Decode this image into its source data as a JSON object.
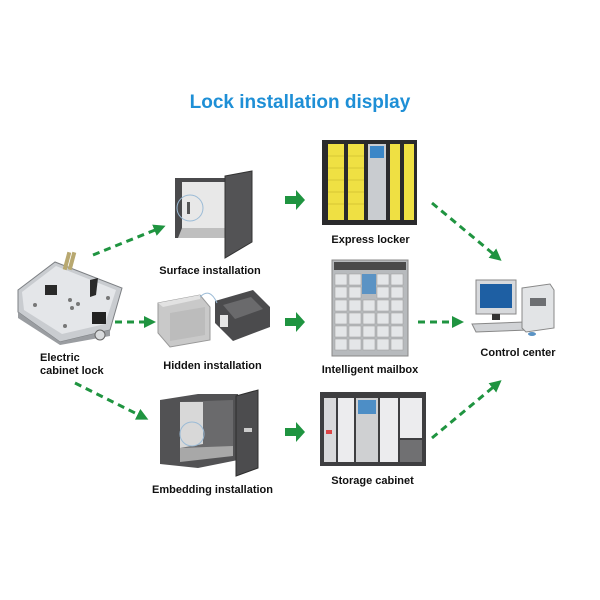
{
  "title": "Lock installation display",
  "colors": {
    "title": "#1e8fd6",
    "arrow": "#1f9440",
    "label": "#111111"
  },
  "nodes": {
    "lock": {
      "label_line1": "Electric",
      "label_line2": "cabinet lock",
      "icon": "electric-lock-icon"
    },
    "surface": {
      "label": "Surface installation",
      "icon": "cabinet-open-door-icon"
    },
    "hidden": {
      "label": "Hidden installation",
      "icon": "drawer-icon"
    },
    "embedding": {
      "label": "Embedding installation",
      "icon": "cabinet-embedded-icon"
    },
    "express": {
      "label": "Express locker",
      "icon": "parcel-locker-icon"
    },
    "mailbox": {
      "label": "Intelligent mailbox",
      "icon": "mailbox-icon"
    },
    "storage": {
      "label": "Storage cabinet",
      "icon": "storage-cabinet-icon"
    },
    "control": {
      "label": "Control center",
      "icon": "desktop-computer-icon"
    }
  },
  "edges": [
    {
      "from": "lock",
      "to": "surface",
      "style": "dashed"
    },
    {
      "from": "lock",
      "to": "hidden",
      "style": "dashed"
    },
    {
      "from": "lock",
      "to": "embedding",
      "style": "dashed"
    },
    {
      "from": "surface",
      "to": "express",
      "style": "solid"
    },
    {
      "from": "hidden",
      "to": "mailbox",
      "style": "solid"
    },
    {
      "from": "embedding",
      "to": "storage",
      "style": "solid"
    },
    {
      "from": "express",
      "to": "control",
      "style": "dashed"
    },
    {
      "from": "mailbox",
      "to": "control",
      "style": "dashed"
    },
    {
      "from": "storage",
      "to": "control",
      "style": "dashed"
    }
  ]
}
